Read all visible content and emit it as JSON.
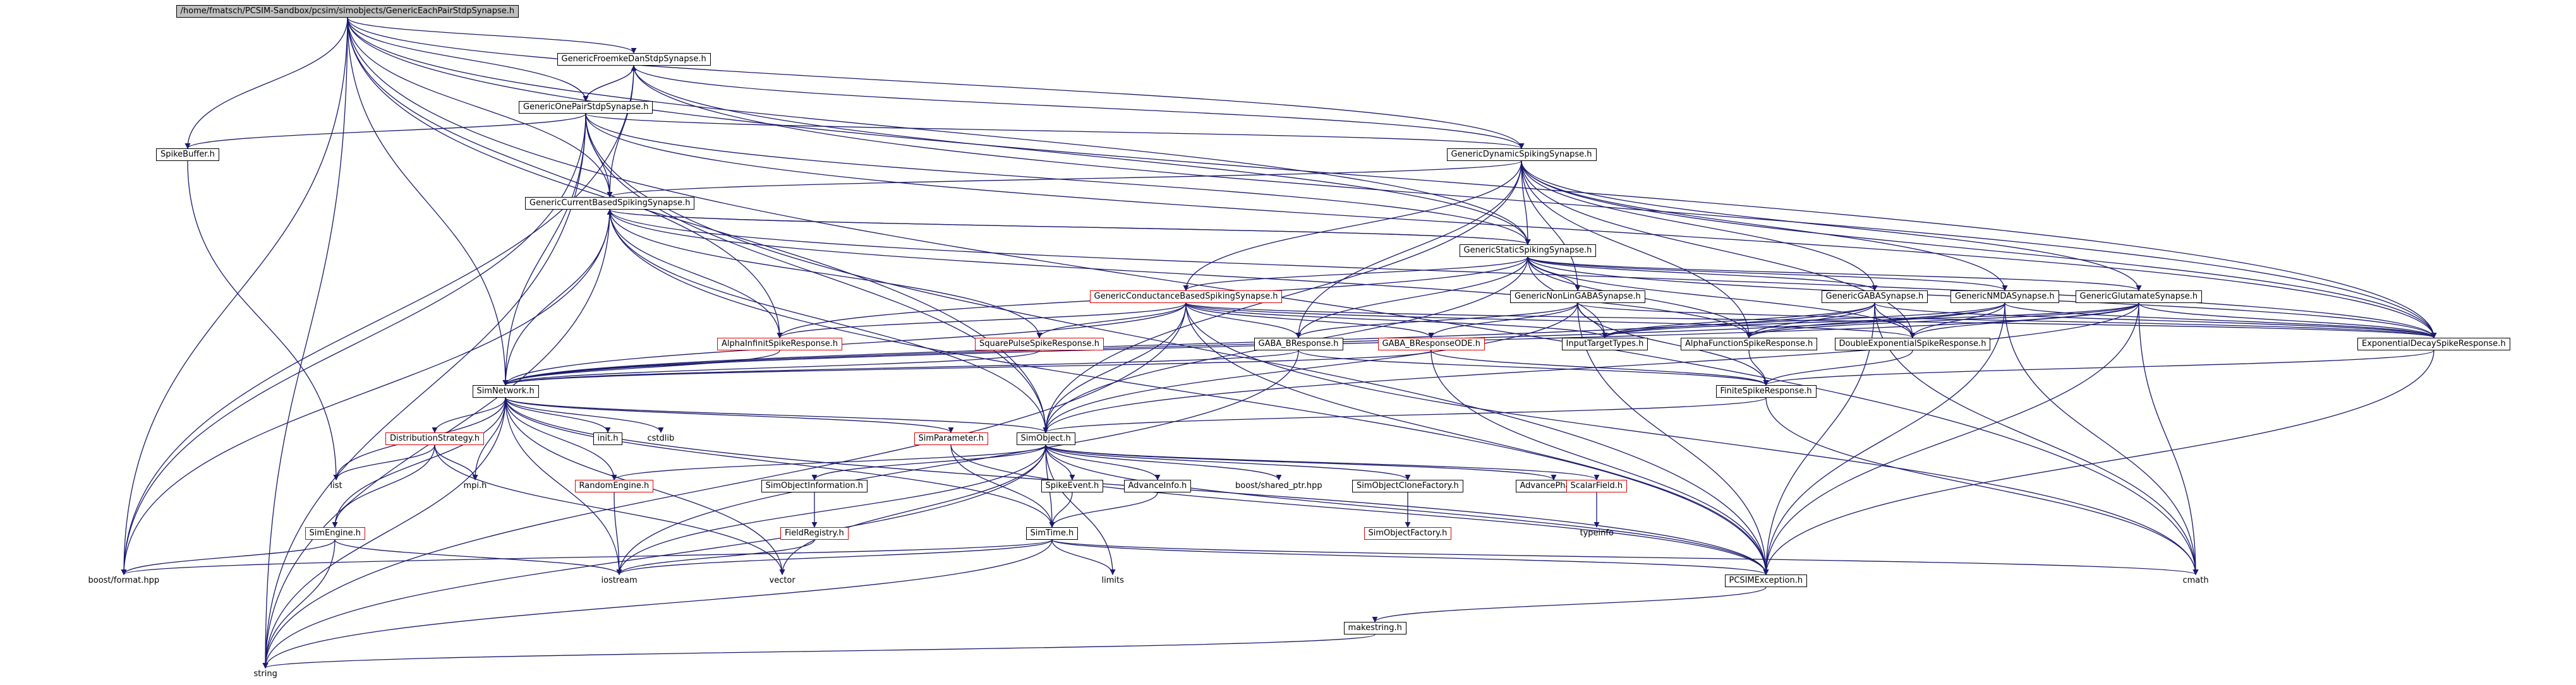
{
  "diagram": {
    "colors": {
      "edge": "#1a1a6e",
      "node_border": "#000000",
      "undocumented_border": "#e00000",
      "root_fill": "#bfbfbf"
    },
    "nodes": [
      {
        "id": "root",
        "label": "/home/fmatsch/PCSIM-Sandbox/pcsim/simobjects/GenericEachPairStdpSynapse.h",
        "kind": "root"
      },
      {
        "id": "fh",
        "label": "GenericFroemkeDanStdpSynapse.h",
        "kind": "doc"
      },
      {
        "id": "op",
        "label": "GenericOnePairStdpSynapse.h",
        "kind": "doc"
      },
      {
        "id": "sb",
        "label": "SpikeBuffer.h",
        "kind": "doc"
      },
      {
        "id": "dyn",
        "label": "GenericDynamicSpikingSynapse.h",
        "kind": "doc"
      },
      {
        "id": "cur",
        "label": "GenericCurrentBasedSpikingSynapse.h",
        "kind": "doc"
      },
      {
        "id": "sta",
        "label": "GenericStaticSpikingSynapse.h",
        "kind": "doc"
      },
      {
        "id": "cond",
        "label": "GenericConductanceBasedSpikingSynapse.h",
        "kind": "undoc"
      },
      {
        "id": "nonlin",
        "label": "GenericNonLinGABASynapse.h",
        "kind": "doc"
      },
      {
        "id": "gaba",
        "label": "GenericGABASynapse.h",
        "kind": "doc"
      },
      {
        "id": "nmda",
        "label": "GenericNMDASynapse.h",
        "kind": "doc"
      },
      {
        "id": "glu",
        "label": "GenericGlutamateSynapse.h",
        "kind": "doc"
      },
      {
        "id": "alpha_inf",
        "label": "AlphaInfinitSpikeResponse.h",
        "kind": "undoc"
      },
      {
        "id": "square",
        "label": "SquarePulseSpikeResponse.h",
        "kind": "undoc"
      },
      {
        "id": "gabab",
        "label": "GABA_BResponse.h",
        "kind": "doc"
      },
      {
        "id": "gababode",
        "label": "GABA_BResponseODE.h",
        "kind": "undoc"
      },
      {
        "id": "inputtt",
        "label": "InputTargetTypes.h",
        "kind": "doc"
      },
      {
        "id": "alpha_fn",
        "label": "AlphaFunctionSpikeResponse.h",
        "kind": "doc"
      },
      {
        "id": "dexp",
        "label": "DoubleExponentialSpikeResponse.h",
        "kind": "doc"
      },
      {
        "id": "expdecay",
        "label": "ExponentialDecaySpikeResponse.h",
        "kind": "doc"
      },
      {
        "id": "finite",
        "label": "FiniteSpikeResponse.h",
        "kind": "doc"
      },
      {
        "id": "simnet",
        "label": "SimNetwork.h",
        "kind": "doc"
      },
      {
        "id": "dist",
        "label": "DistributionStrategy.h",
        "kind": "undoc"
      },
      {
        "id": "simeng",
        "label": "SimEngine.h",
        "kind": "undoc"
      },
      {
        "id": "list",
        "label": "list",
        "kind": "plain"
      },
      {
        "id": "mpi",
        "label": "mpi.h",
        "kind": "plain"
      },
      {
        "id": "inth",
        "label": "init.h",
        "kind": "doc"
      },
      {
        "id": "cstdlib",
        "label": "cstdlib",
        "kind": "plain"
      },
      {
        "id": "simparam",
        "label": "SimParameter.h",
        "kind": "undoc"
      },
      {
        "id": "simobj",
        "label": "SimObject.h",
        "kind": "doc"
      },
      {
        "id": "rand",
        "label": "RandomEngine.h",
        "kind": "undoc"
      },
      {
        "id": "soinfo",
        "label": "SimObjectInformation.h",
        "kind": "doc"
      },
      {
        "id": "fieldreg",
        "label": "FieldRegistry.h",
        "kind": "undoc"
      },
      {
        "id": "spikeev",
        "label": "SpikeEvent.h",
        "kind": "doc"
      },
      {
        "id": "advinfo",
        "label": "AdvanceInfo.h",
        "kind": "doc"
      },
      {
        "id": "boostptr",
        "label": "boost/shared_ptr.hpp",
        "kind": "plain"
      },
      {
        "id": "clonef",
        "label": "SimObjectCloneFactory.h",
        "kind": "doc"
      },
      {
        "id": "sofactory",
        "label": "SimObjectFactory.h",
        "kind": "undoc"
      },
      {
        "id": "advphase",
        "label": "AdvancePhase.h",
        "kind": "doc"
      },
      {
        "id": "scalar",
        "label": "ScalarField.h",
        "kind": "undoc"
      },
      {
        "id": "typeinfo",
        "label": "typeinfo",
        "kind": "plain"
      },
      {
        "id": "simtime",
        "label": "SimTime.h",
        "kind": "doc"
      },
      {
        "id": "boostfmt",
        "label": "boost/format.hpp",
        "kind": "plain"
      },
      {
        "id": "iostream",
        "label": "iostream",
        "kind": "plain"
      },
      {
        "id": "vector",
        "label": "vector",
        "kind": "plain"
      },
      {
        "id": "limits",
        "label": "limits",
        "kind": "plain"
      },
      {
        "id": "pcsimexc",
        "label": "PCSIMException.h",
        "kind": "doc"
      },
      {
        "id": "cmath",
        "label": "cmath",
        "kind": "plain"
      },
      {
        "id": "makestring",
        "label": "makestring.h",
        "kind": "doc"
      },
      {
        "id": "string",
        "label": "string",
        "kind": "plain"
      }
    ],
    "edges": [
      [
        "root",
        "fh"
      ],
      [
        "root",
        "op"
      ],
      [
        "root",
        "sb"
      ],
      [
        "root",
        "dyn"
      ],
      [
        "root",
        "cur"
      ],
      [
        "root",
        "sta"
      ],
      [
        "root",
        "simnet"
      ],
      [
        "root",
        "simobj"
      ],
      [
        "root",
        "alpha_inf"
      ],
      [
        "root",
        "boostfmt"
      ],
      [
        "root",
        "string"
      ],
      [
        "root",
        "expdecay"
      ],
      [
        "root",
        "cmath"
      ],
      [
        "fh",
        "op"
      ],
      [
        "fh",
        "dyn"
      ],
      [
        "fh",
        "cur"
      ],
      [
        "fh",
        "sta"
      ],
      [
        "fh",
        "expdecay"
      ],
      [
        "fh",
        "boostfmt"
      ],
      [
        "op",
        "fh"
      ],
      [
        "op",
        "sb"
      ],
      [
        "op",
        "dyn"
      ],
      [
        "op",
        "cur"
      ],
      [
        "op",
        "sta"
      ],
      [
        "op",
        "simnet"
      ],
      [
        "op",
        "simobj"
      ],
      [
        "op",
        "boostfmt"
      ],
      [
        "op",
        "string"
      ],
      [
        "op",
        "expdecay"
      ],
      [
        "op",
        "pcsimexc"
      ],
      [
        "sb",
        "list"
      ],
      [
        "dyn",
        "cur"
      ],
      [
        "dyn",
        "sta"
      ],
      [
        "dyn",
        "cond"
      ],
      [
        "dyn",
        "nonlin"
      ],
      [
        "dyn",
        "gaba"
      ],
      [
        "dyn",
        "nmda"
      ],
      [
        "dyn",
        "glu"
      ],
      [
        "dyn",
        "expdecay"
      ],
      [
        "dyn",
        "simobj"
      ],
      [
        "dyn",
        "alpha_fn"
      ],
      [
        "dyn",
        "dexp"
      ],
      [
        "dyn",
        "gabab"
      ],
      [
        "cur",
        "sta"
      ],
      [
        "cur",
        "simnet"
      ],
      [
        "cur",
        "simobj"
      ],
      [
        "cur",
        "alpha_inf"
      ],
      [
        "cur",
        "square"
      ],
      [
        "cur",
        "expdecay"
      ],
      [
        "cur",
        "alpha_fn"
      ],
      [
        "cur",
        "boostfmt"
      ],
      [
        "cur",
        "string"
      ],
      [
        "cur",
        "pcsimexc"
      ],
      [
        "sta",
        "cur"
      ],
      [
        "sta",
        "cond"
      ],
      [
        "sta",
        "nonlin"
      ],
      [
        "sta",
        "gaba"
      ],
      [
        "sta",
        "nmda"
      ],
      [
        "sta",
        "glu"
      ],
      [
        "sta",
        "simobj"
      ],
      [
        "sta",
        "alpha_inf"
      ],
      [
        "sta",
        "expdecay"
      ],
      [
        "sta",
        "dexp"
      ],
      [
        "sta",
        "alpha_fn"
      ],
      [
        "sta",
        "gabab"
      ],
      [
        "sta",
        "inputtt"
      ],
      [
        "cond",
        "alpha_inf"
      ],
      [
        "cond",
        "square"
      ],
      [
        "cond",
        "gabab"
      ],
      [
        "cond",
        "gababode"
      ],
      [
        "cond",
        "inputtt"
      ],
      [
        "cond",
        "dexp"
      ],
      [
        "cond",
        "expdecay"
      ],
      [
        "cond",
        "simnet"
      ],
      [
        "cond",
        "simobj"
      ],
      [
        "cond",
        "pcsimexc"
      ],
      [
        "cond",
        "string"
      ],
      [
        "cond",
        "cmath"
      ],
      [
        "nonlin",
        "gabab"
      ],
      [
        "nonlin",
        "gababode"
      ],
      [
        "nonlin",
        "inputtt"
      ],
      [
        "nonlin",
        "finite"
      ],
      [
        "nonlin",
        "simobj"
      ],
      [
        "nonlin",
        "pcsimexc"
      ],
      [
        "nonlin",
        "expdecay"
      ],
      [
        "gaba",
        "inputtt"
      ],
      [
        "gaba",
        "alpha_fn"
      ],
      [
        "gaba",
        "dexp"
      ],
      [
        "gaba",
        "expdecay"
      ],
      [
        "gaba",
        "simnet"
      ],
      [
        "gaba",
        "pcsimexc"
      ],
      [
        "gaba",
        "cmath"
      ],
      [
        "nmda",
        "inputtt"
      ],
      [
        "nmda",
        "alpha_fn"
      ],
      [
        "nmda",
        "dexp"
      ],
      [
        "nmda",
        "expdecay"
      ],
      [
        "nmda",
        "simnet"
      ],
      [
        "nmda",
        "pcsimexc"
      ],
      [
        "nmda",
        "cmath"
      ],
      [
        "glu",
        "inputtt"
      ],
      [
        "glu",
        "alpha_fn"
      ],
      [
        "glu",
        "dexp"
      ],
      [
        "glu",
        "expdecay"
      ],
      [
        "glu",
        "simnet"
      ],
      [
        "glu",
        "simobj"
      ],
      [
        "glu",
        "pcsimexc"
      ],
      [
        "glu",
        "cmath"
      ],
      [
        "gabab",
        "simnet"
      ],
      [
        "gabab",
        "finite"
      ],
      [
        "gabab",
        "iostream"
      ],
      [
        "gababode",
        "finite"
      ],
      [
        "gababode",
        "simnet"
      ],
      [
        "gababode",
        "pcsimexc"
      ],
      [
        "alpha_fn",
        "finite"
      ],
      [
        "dexp",
        "finite"
      ],
      [
        "expdecay",
        "finite"
      ],
      [
        "expdecay",
        "pcsimexc"
      ],
      [
        "finite",
        "simobj"
      ],
      [
        "finite",
        "cmath"
      ],
      [
        "square",
        "simnet"
      ],
      [
        "alpha_inf",
        "simnet"
      ],
      [
        "simnet",
        "dist"
      ],
      [
        "simnet",
        "list"
      ],
      [
        "simnet",
        "mpi"
      ],
      [
        "simnet",
        "inth"
      ],
      [
        "simnet",
        "cstdlib"
      ],
      [
        "simnet",
        "simparam"
      ],
      [
        "simnet",
        "simobj"
      ],
      [
        "simnet",
        "rand"
      ],
      [
        "simnet",
        "simtime"
      ],
      [
        "simnet",
        "simeng"
      ],
      [
        "simnet",
        "iostream"
      ],
      [
        "simnet",
        "vector"
      ],
      [
        "simnet",
        "string"
      ],
      [
        "simnet",
        "pcsimexc"
      ],
      [
        "dist",
        "list"
      ],
      [
        "dist",
        "mpi"
      ],
      [
        "dist",
        "simeng"
      ],
      [
        "dist",
        "vector"
      ],
      [
        "simeng",
        "boostfmt"
      ],
      [
        "simeng",
        "iostream"
      ],
      [
        "simeng",
        "string"
      ],
      [
        "simparam",
        "simtime"
      ],
      [
        "simparam",
        "pcsimexc"
      ],
      [
        "simobj",
        "rand"
      ],
      [
        "simobj",
        "soinfo"
      ],
      [
        "simobj",
        "spikeev"
      ],
      [
        "simobj",
        "advinfo"
      ],
      [
        "simobj",
        "boostptr"
      ],
      [
        "simobj",
        "clonef"
      ],
      [
        "simobj",
        "advphase"
      ],
      [
        "simobj",
        "scalar"
      ],
      [
        "simobj",
        "simtime"
      ],
      [
        "simobj",
        "iostream"
      ],
      [
        "simobj",
        "vector"
      ],
      [
        "simobj",
        "limits"
      ],
      [
        "simobj",
        "pcsimexc"
      ],
      [
        "simobj",
        "string"
      ],
      [
        "rand",
        "iostream"
      ],
      [
        "soinfo",
        "fieldreg"
      ],
      [
        "fieldreg",
        "iostream"
      ],
      [
        "spikeev",
        "simtime"
      ],
      [
        "advinfo",
        "simtime"
      ],
      [
        "clonef",
        "sofactory"
      ],
      [
        "scalar",
        "typeinfo"
      ],
      [
        "simtime",
        "limits"
      ],
      [
        "simtime",
        "iostream"
      ],
      [
        "simtime",
        "boostfmt"
      ],
      [
        "simtime",
        "string"
      ],
      [
        "simtime",
        "pcsimexc"
      ],
      [
        "simtime",
        "cmath"
      ],
      [
        "pcsimexc",
        "makestring"
      ],
      [
        "makestring",
        "string"
      ]
    ]
  }
}
